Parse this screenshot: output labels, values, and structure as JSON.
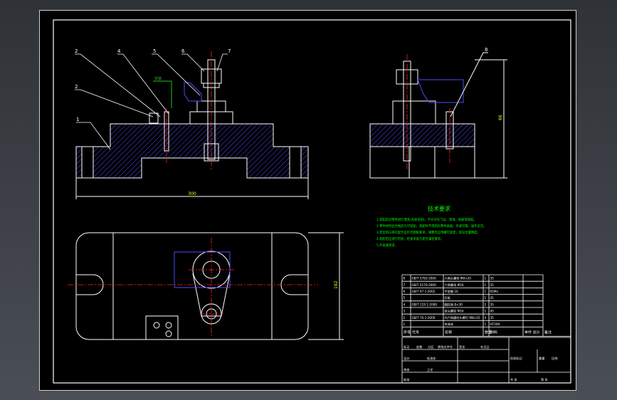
{
  "colors": {
    "viewport_bg": "#3a3d43",
    "sheet_bg": "#000000",
    "border": "#ffffff",
    "hatch": "#4b4bff",
    "centerline": "#ff2020",
    "dimension": "#ffffff",
    "leader_green": "#20c020",
    "yellow": "#ffff00",
    "cyan": "#00c8c8",
    "notes_green": "#00ff00"
  },
  "callouts": [
    "1",
    "2",
    "2",
    "4",
    "5",
    "6",
    "7",
    "8"
  ],
  "dims": {
    "front_width": "300",
    "side_height": "66",
    "top_height": "192"
  },
  "tech_title": "技术要求",
  "tech_lines": [
    "1.装配前对零件进行清洗(去除毛刺)，不允许有飞边、锈蚀、划痕等缺陷。",
    "2.零件经检验合格后方可装配，装配时不得损伤零件表面，夹紧可靠、操作灵活。",
    "3.定位销与销孔配合应符合图纸要求，调整后应用螺钉固定，保证位置精度。",
    "4.装配后应进行检验，检查夹紧力是否满足要求。",
    "5.外表面喷漆。"
  ],
  "bom_rows": [
    [
      "8",
      "GB/T 5783-2000",
      "六角头螺栓 M8×20",
      "1",
      "35",
      ""
    ],
    [
      "7",
      "GB/T 6170-2000",
      "六角螺母 M16",
      "1",
      "35",
      ""
    ],
    [
      "6",
      "GB/T 97.1-2002",
      "平垫圈 16",
      "1",
      "65Mn",
      ""
    ],
    [
      "5",
      "",
      "压板",
      "1",
      "45",
      ""
    ],
    [
      "4",
      "GB/T 119.1-2000",
      "圆柱销 8×30",
      "2",
      "35",
      ""
    ],
    [
      "3",
      "",
      "双头螺柱 M16",
      "1",
      "45",
      ""
    ],
    [
      "2",
      "GB/T 70.1-2000",
      "内六角圆柱头螺钉 M8×25",
      "4",
      "35",
      ""
    ],
    [
      "1",
      "",
      "夹具体",
      "1",
      "HT200",
      ""
    ]
  ],
  "bom_header": [
    "序号",
    "代号",
    "名称",
    "数量",
    "材料",
    "单件 总计",
    "备注"
  ],
  "title_block_cells": [
    "标记",
    "处数",
    "分区",
    "更改文件号",
    "签名",
    "年月日",
    "设计",
    "标准化",
    "审核",
    "工艺",
    "批准",
    "阶段标记",
    "重量",
    "比例",
    "共 张",
    "第 张"
  ]
}
